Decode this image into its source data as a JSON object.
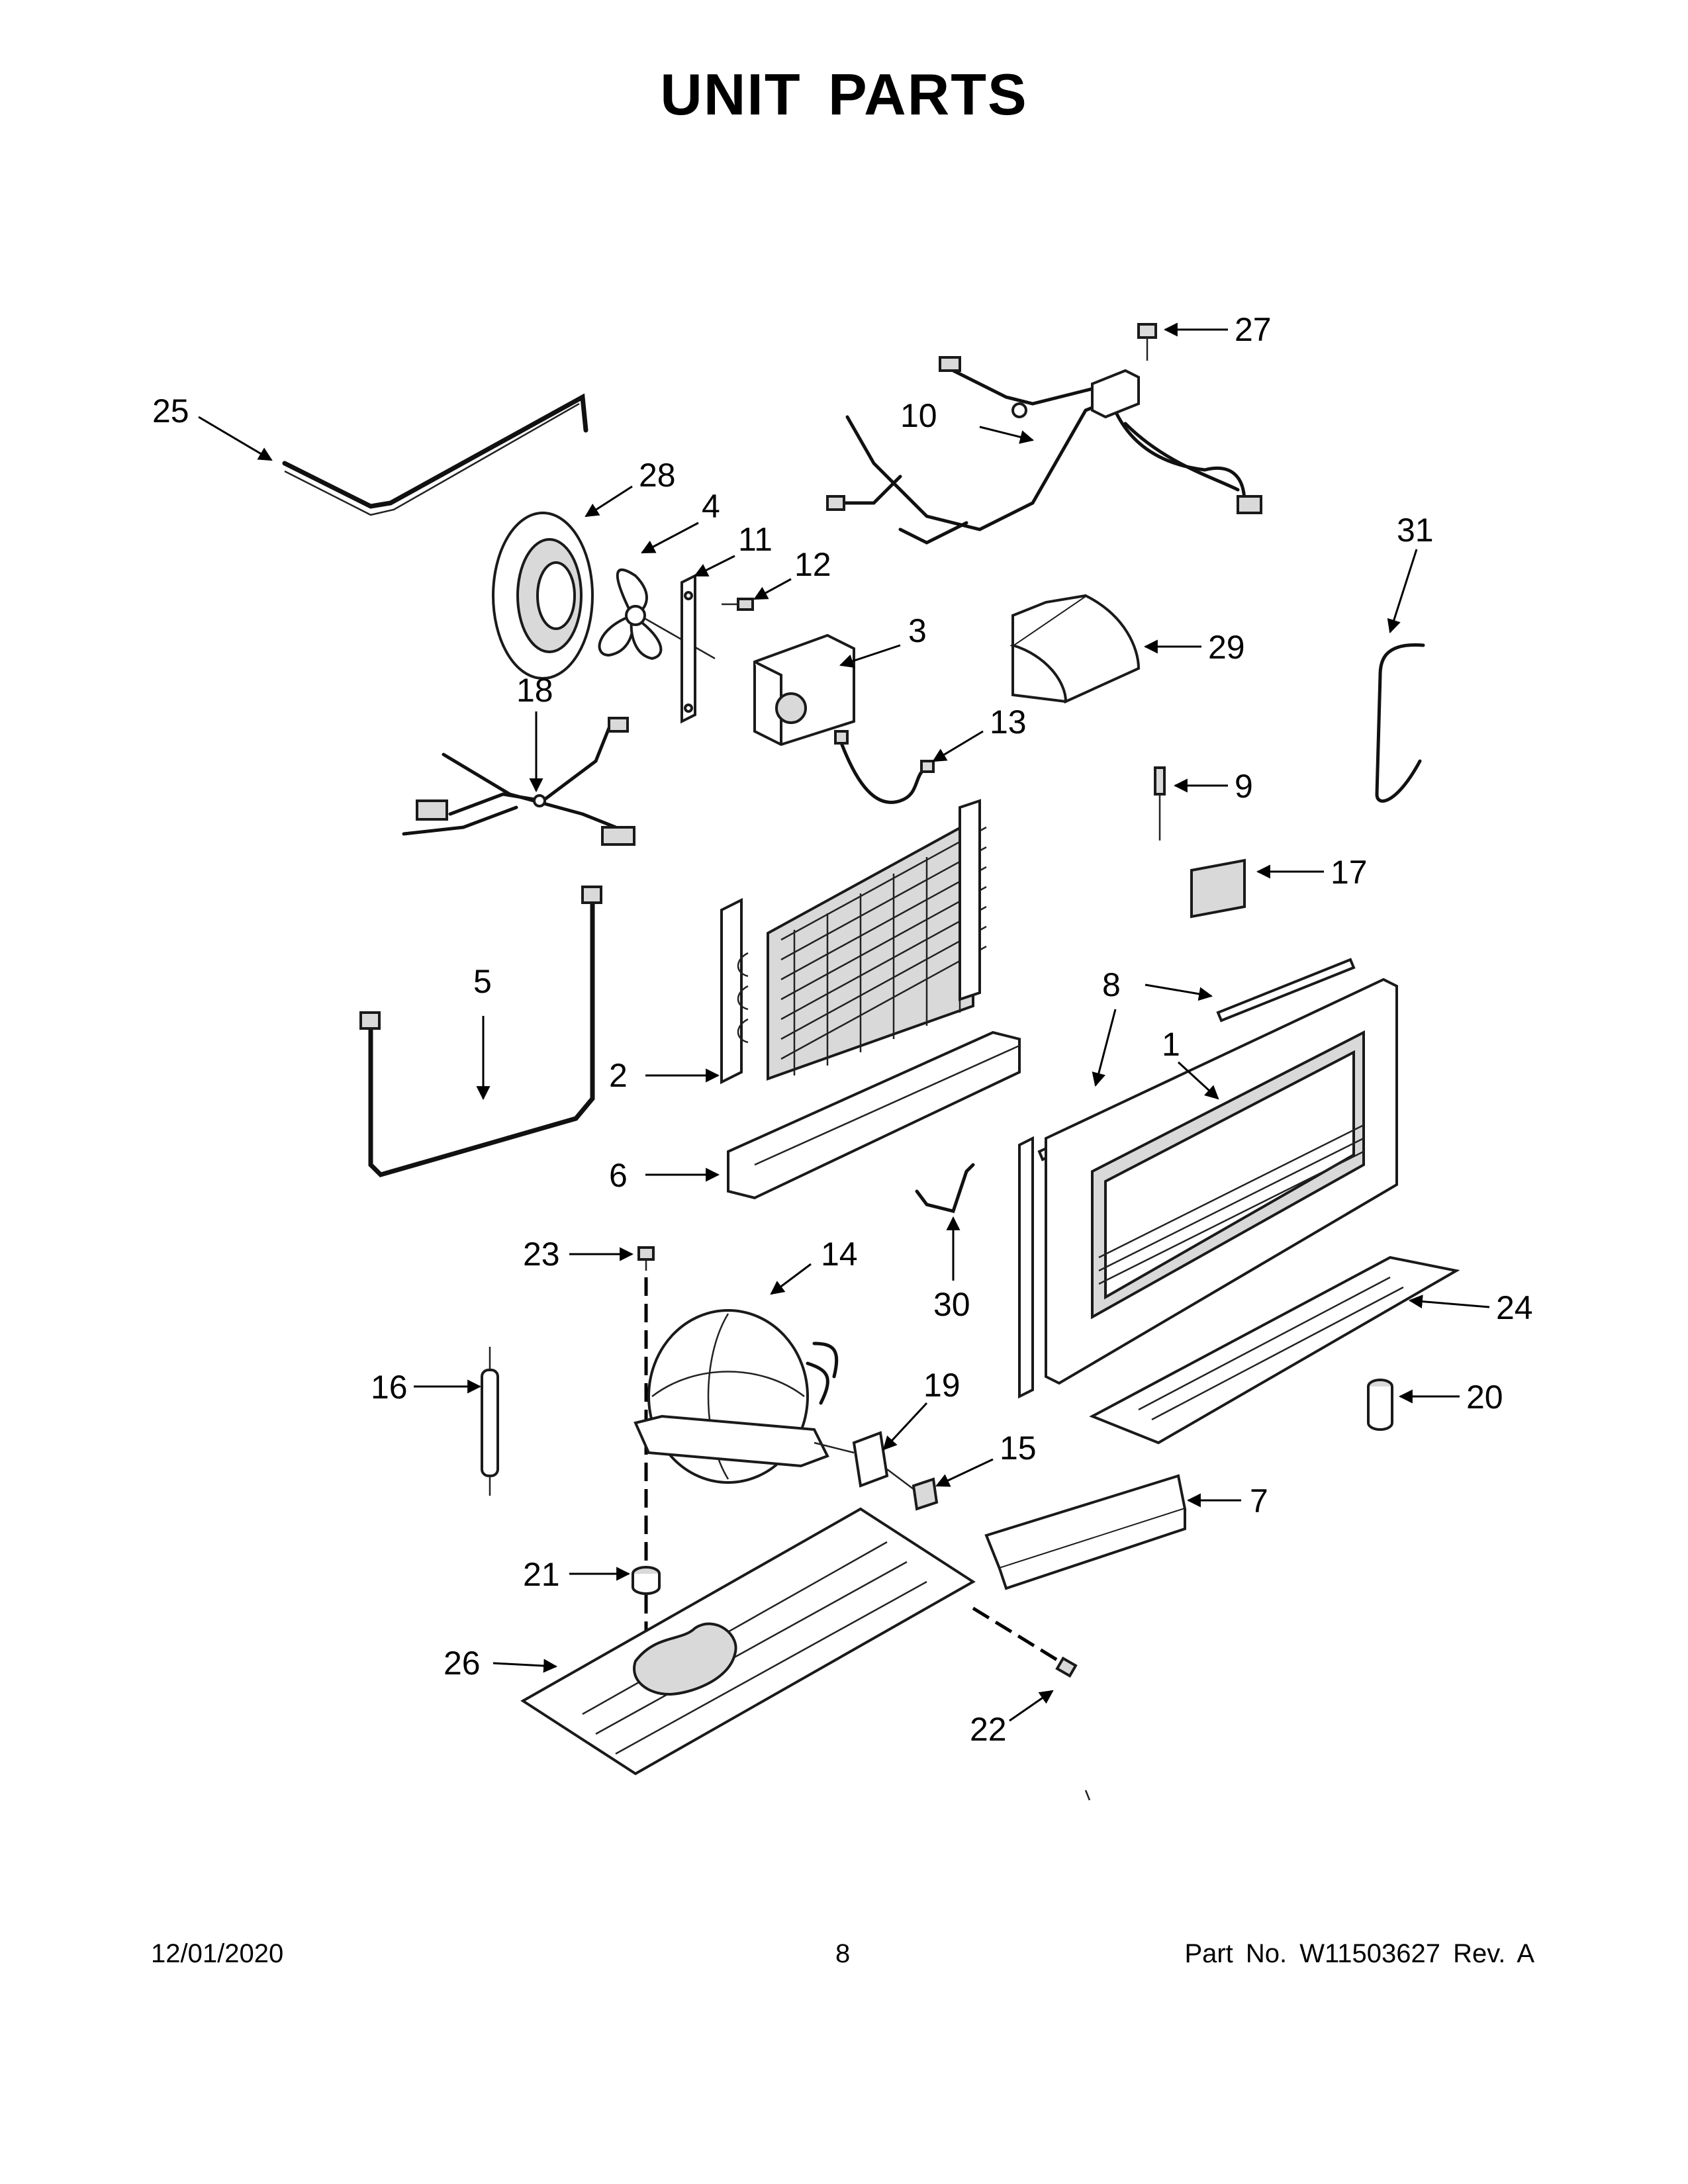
{
  "title": "UNIT PARTS",
  "footer": {
    "date": "12/01/2020",
    "page": "8",
    "part_no": "Part No.  W11503627  Rev.  A"
  },
  "callouts": {
    "c1": "1",
    "c2": "2",
    "c3": "3",
    "c4": "4",
    "c5": "5",
    "c6": "6",
    "c7": "7",
    "c8": "8",
    "c9": "9",
    "c10": "10",
    "c11": "11",
    "c12": "12",
    "c13": "13",
    "c14": "14",
    "c15": "15",
    "c16": "16",
    "c17": "17",
    "c18": "18",
    "c19": "19",
    "c20": "20",
    "c21": "21",
    "c22": "22",
    "c23": "23",
    "c24": "24",
    "c25": "25",
    "c26": "26",
    "c27": "27",
    "c28": "28",
    "c29": "29",
    "c30": "30",
    "c31": "31"
  }
}
